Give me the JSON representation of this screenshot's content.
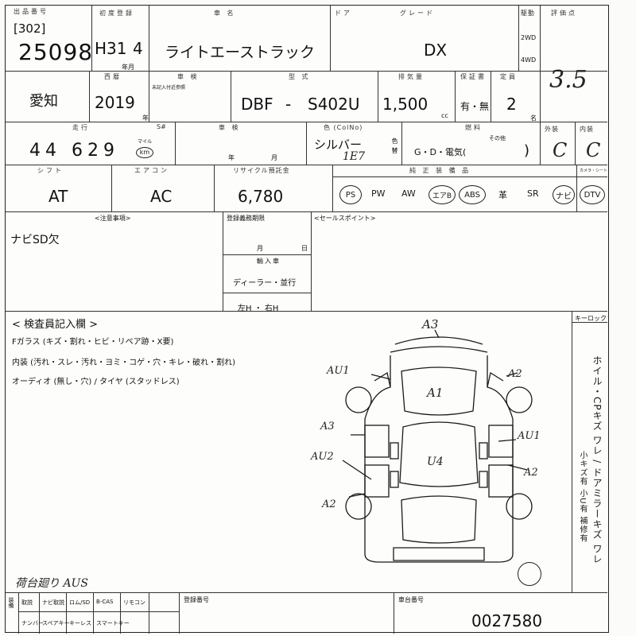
{
  "header": {
    "lot_cap": "出品番号",
    "lot_prefix": "[302]",
    "lot_number": "25098",
    "reg_cap": "初度登録",
    "reg_year": "H31",
    "reg_month": "4",
    "reg_unit": "年月",
    "name_cap": "車 名",
    "car_name": "ライトエーストラック",
    "door_cap": "ドア",
    "grade_cap": "グレード",
    "grade": "DX",
    "drive_cap": "駆動",
    "drive_2wd": "2WD",
    "drive_4wd": "4WD",
    "score_cap": "評価点",
    "score": "3.5"
  },
  "row2": {
    "owner_region": "愛知",
    "year_cap": "西暦",
    "year": "2019",
    "year_unit": "年",
    "inspection_cap": "車 検",
    "inspection_note": "未記入付近参照",
    "model_cap": "型 式",
    "model_prefix": "DBF",
    "model_dash": "-",
    "model_code": "S402U",
    "displacement_cap": "排気量",
    "displacement": "1,500",
    "displacement_unit": "cc",
    "warranty_cap": "保証書",
    "warranty_options": "有・無",
    "capacity_cap": "定員",
    "capacity": "2",
    "capacity_unit": "名"
  },
  "row3": {
    "mileage_cap": "走行",
    "s_cap": "S#",
    "mileage": "44 629",
    "mileage_unit_mile": "マイル",
    "mileage_unit_km": "km",
    "vehicle_cap": "車 検",
    "year_label": "年",
    "month_label": "月",
    "color_cap": "色 (ColNo)",
    "color": "シルバー",
    "color_code": "1E7",
    "color_change_label": "色替",
    "fuel_cap": "燃料",
    "fuel_other": "その他",
    "fuel_options": "G・D・電気(",
    "fuel_close": ")",
    "exterior_cap": "外装",
    "exterior": "C",
    "interior_cap": "内装",
    "interior": "C"
  },
  "row4": {
    "shift_cap": "シフト",
    "shift": "AT",
    "ac_cap": "エアコン",
    "ac": "AC",
    "recycle_cap": "リサイクル預託金",
    "recycle": "6,780",
    "equip_cap": "純 正 装 備 品",
    "equipment": [
      "PS",
      "PW",
      "AW",
      "エアB",
      "ABS",
      "革",
      "SR",
      "ナビ",
      "DTV"
    ],
    "camera_cap": "カメラ・シート"
  },
  "notes": {
    "cap": "<注意事項>",
    "text": "ナビSD欠",
    "registration_cap": "登録義務期限",
    "registration_month": "月",
    "registration_day": "日",
    "import_cap": "輸入車",
    "import_text": "ディーラー・並行",
    "steering": "左H ・ 右H",
    "sales_point_cap": "<セールスポイント>"
  },
  "inspection": {
    "title": "< 検査員記入欄 >",
    "line1": "Fガラス (キズ・割れ・ヒビ・リペア跡・X要)",
    "line2": "内装 (汚れ・スレ・汚れ・ヨミ・コゲ・穴・キレ・破れ・割れ)",
    "line3": "オーディオ (無し・穴) / タイヤ (スタッドレス)",
    "key_cap": "キーロック",
    "side_text_1": "ホイル・CPキズ ワレ / ドアミラーキズ ワレ",
    "side_text_2": "小キズ有 小U有 補修有",
    "handwritten_bottom": "荷台廻り AUS"
  },
  "diagram_marks": {
    "top": "A3",
    "a1_top": "A1",
    "au1_left": "AU1",
    "a2_right": "A2",
    "a3_left": "A3",
    "au1_right": "AU1",
    "au2_left": "AU2",
    "u4": "U4",
    "a2_right_lower": "A2",
    "a2_left_lower": "A2"
  },
  "footer": {
    "col1": "装備",
    "col2": "取説",
    "col3": "ナビ取説",
    "col4": "ロム/SD",
    "col5": "B-CAS",
    "col6": "リモコン",
    "row2_col1": "ナンバー",
    "row2_col2": "スペアキー",
    "row2_col3": "キーレス",
    "row2_col4": "スマートキー",
    "reg_number_cap": "登録番号",
    "chassis_cap": "車台番号",
    "chassis_number": "0027580"
  }
}
